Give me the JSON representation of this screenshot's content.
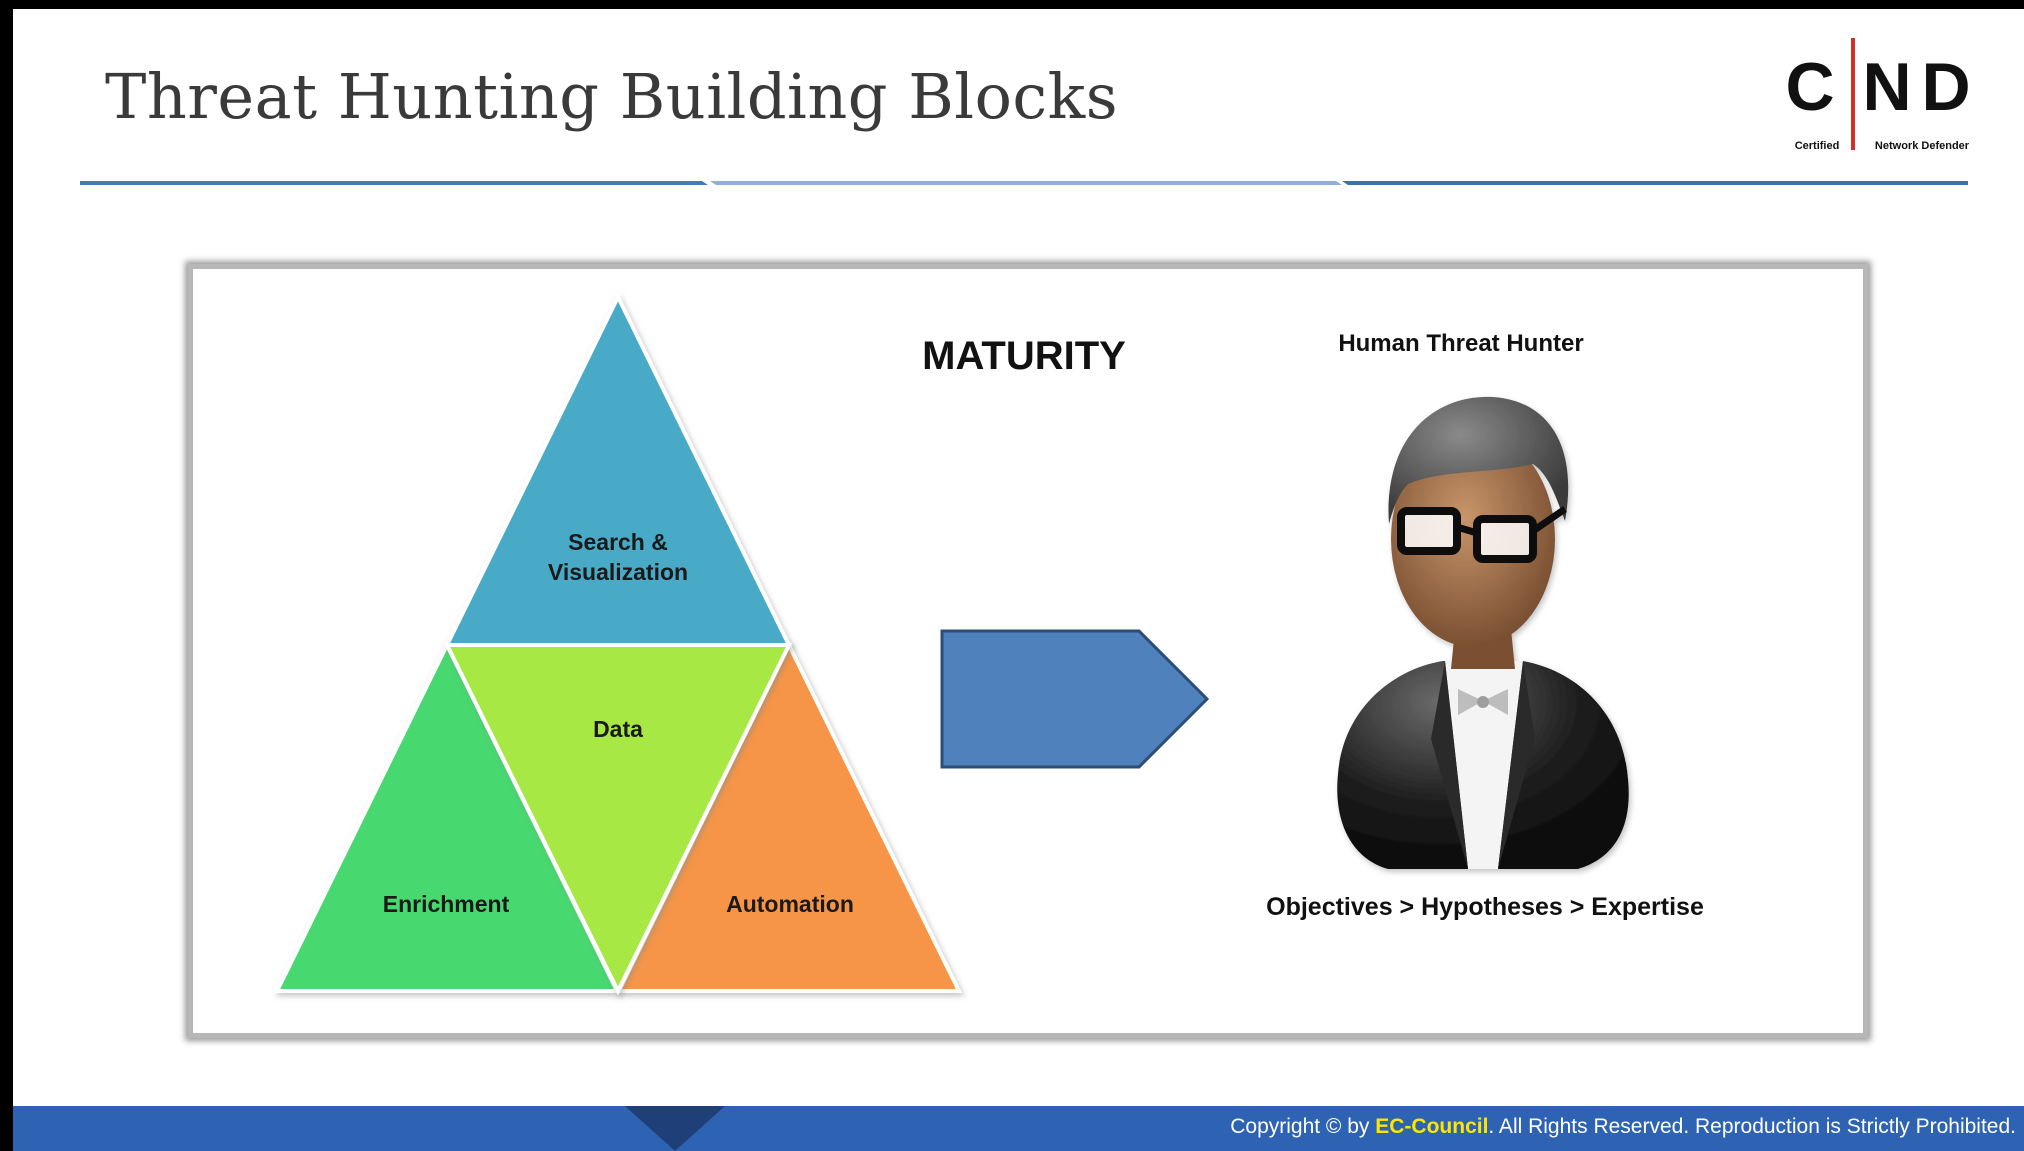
{
  "slide": {
    "title": "Threat Hunting Building Blocks"
  },
  "logo": {
    "letters": [
      "C",
      "N",
      "D"
    ],
    "subtitle_left": "Certified",
    "subtitle_right": "Network Defender",
    "accent_color": "#d32f2f"
  },
  "diagram": {
    "blocks": {
      "search_label_line1": "Search &",
      "search_label_line2": "Visualization",
      "data_label": "Data",
      "enrichment_label": "Enrichment",
      "automation_label": "Automation"
    },
    "colors": {
      "search": "#4aaac7",
      "data": "#a8e845",
      "enrichment": "#47d870",
      "automation": "#f69546",
      "arrow": "#4f81bd"
    },
    "maturity_label": "MATURITY",
    "hunter_title": "Human Threat Hunter",
    "hunter_caption": "Objectives > Hypotheses > Expertise",
    "hunter_icon": "businessman-with-glasses-icon"
  },
  "footer": {
    "copyright_prefix": "Copyright © by ",
    "brand": "EC-Council",
    "copyright_suffix": ". All Rights Reserved. Reproduction is Strictly Prohibited.",
    "bar_color": "#2e62b3"
  }
}
